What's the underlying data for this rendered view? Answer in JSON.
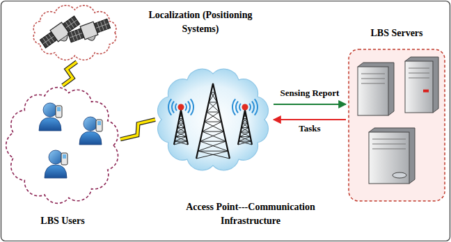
{
  "diagram": {
    "nodes": [
      {
        "text": [
          "Localization (Positioning Systems)"
        ]
      },
      {
        "text": [
          "LBS Users"
        ]
      },
      {
        "text": [
          "Access Point---Communication Infrastructure"
        ]
      },
      {
        "text": [
          "LBS Servers"
        ]
      }
    ],
    "edges": [
      {
        "from": 0,
        "to": 1,
        "arrow": "none"
      },
      {
        "from": 1,
        "to": 2,
        "arrow": "none"
      },
      {
        "from": 2,
        "to": 3,
        "arrow": "to",
        "label": "Sensing Report"
      },
      {
        "from": 3,
        "to": 2,
        "arrow": "to",
        "label": "Tasks"
      }
    ]
  }
}
